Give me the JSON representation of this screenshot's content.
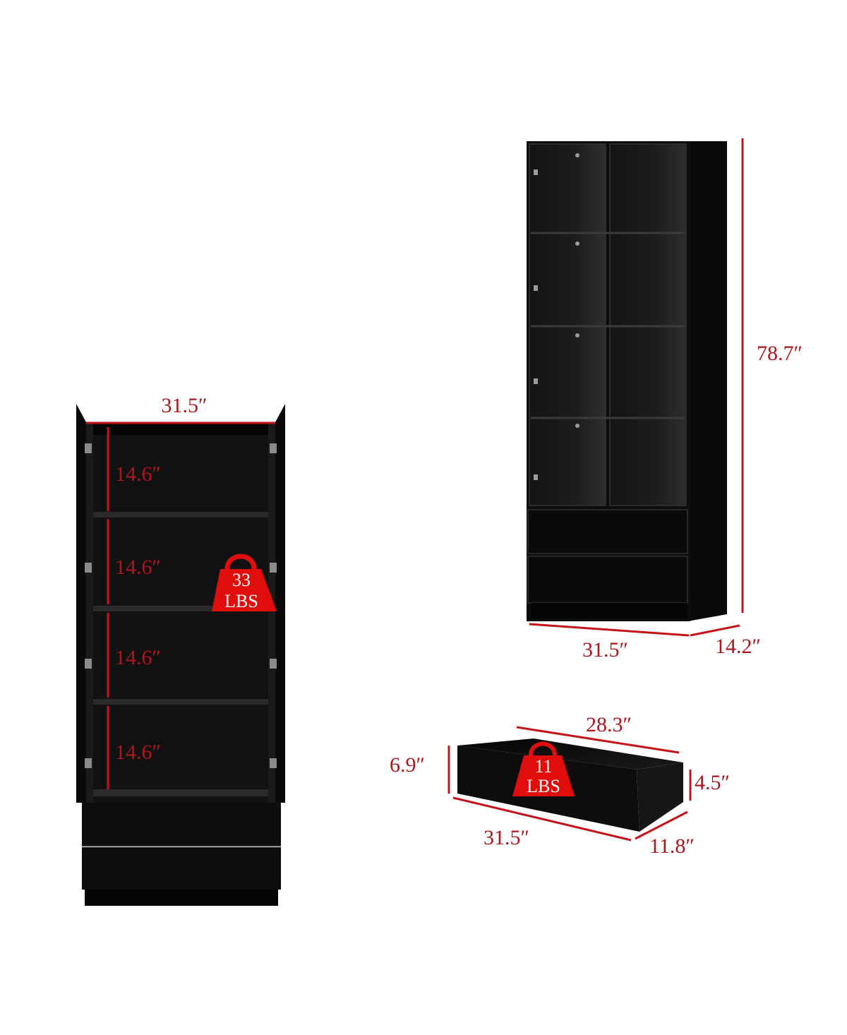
{
  "colors": {
    "background": "#ffffff",
    "furniture": "#0d0d0d",
    "dimension": "#c4141a",
    "weight_badge": "#e00d0d"
  },
  "open_cabinet": {
    "width": "31.5″",
    "shelf_heights": [
      "14.6″",
      "14.6″",
      "14.6″",
      "14.6″"
    ],
    "shelf_load": {
      "value": "33",
      "unit": "LBS"
    },
    "drawer_count": 2
  },
  "closed_cabinet": {
    "height": "78.7″",
    "width": "31.5″",
    "depth": "14.2″",
    "glass_door_count": 2,
    "drawer_count": 2
  },
  "drawer": {
    "inner_width": "28.3″",
    "height": "6.9″",
    "inner_height": "4.5″",
    "width": "31.5″",
    "depth": "11.8″",
    "load": {
      "value": "11",
      "unit": "LBS"
    }
  },
  "icons": [
    "weight-icon"
  ]
}
